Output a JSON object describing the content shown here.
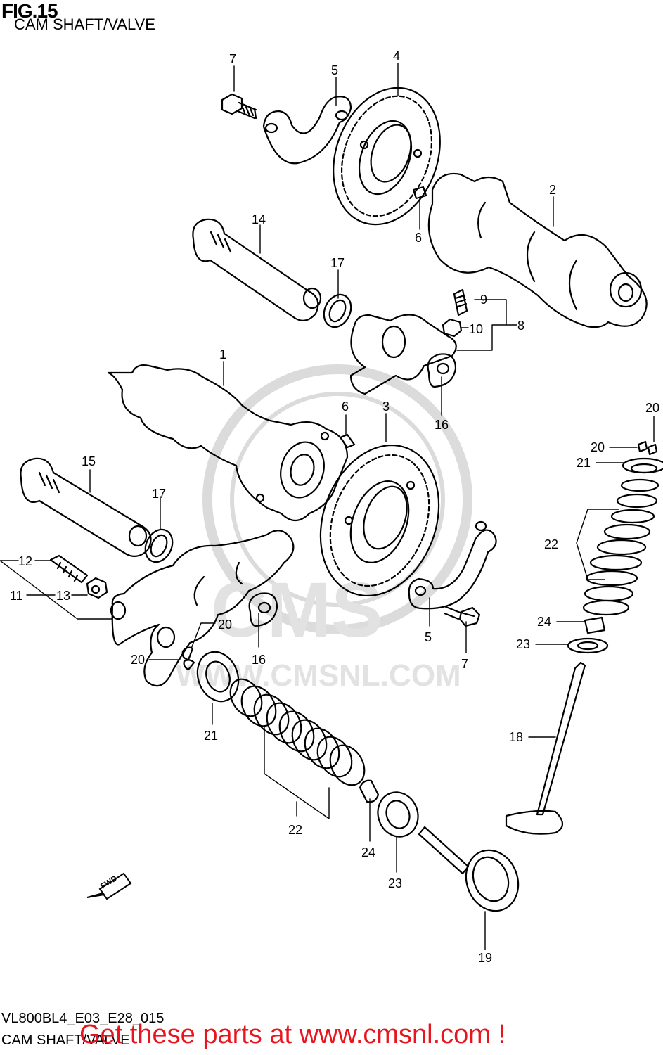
{
  "figure": {
    "title": "FIG.15",
    "subtitle": "CAM SHAFT/VALVE"
  },
  "footer": {
    "model_code": "VL800BL4_E03_E28_015",
    "subtitle": "CAM SHAFT/VALVE",
    "promo": "Get these parts at www.cmsnl.com !"
  },
  "watermark": {
    "logo_text": "CMS",
    "url": "WWW.CMSNL.COM"
  },
  "direction_arrow": "FWD",
  "callouts": {
    "c1": "1",
    "c2": "2",
    "c3": "3",
    "c4": "4",
    "c5a": "5",
    "c5b": "5",
    "c6a": "6",
    "c6b": "6",
    "c7a": "7",
    "c7b": "7",
    "c8": "8",
    "c9": "9",
    "c10": "10",
    "c11": "11",
    "c12": "12",
    "c13": "13",
    "c14": "14",
    "c15": "15",
    "c16a": "16",
    "c16b": "16",
    "c17a": "17",
    "c17b": "17",
    "c18": "18",
    "c19": "19",
    "c20a": "20",
    "c20b": "20",
    "c20c": "20",
    "c20d": "20",
    "c21a": "21",
    "c21b": "21",
    "c22a": "22",
    "c22b": "22",
    "c23a": "23",
    "c23b": "23",
    "c24a": "24",
    "c24b": "24"
  },
  "colors": {
    "promo": "#e8141e",
    "watermark": "#d6d6d6",
    "line": "#000000"
  }
}
